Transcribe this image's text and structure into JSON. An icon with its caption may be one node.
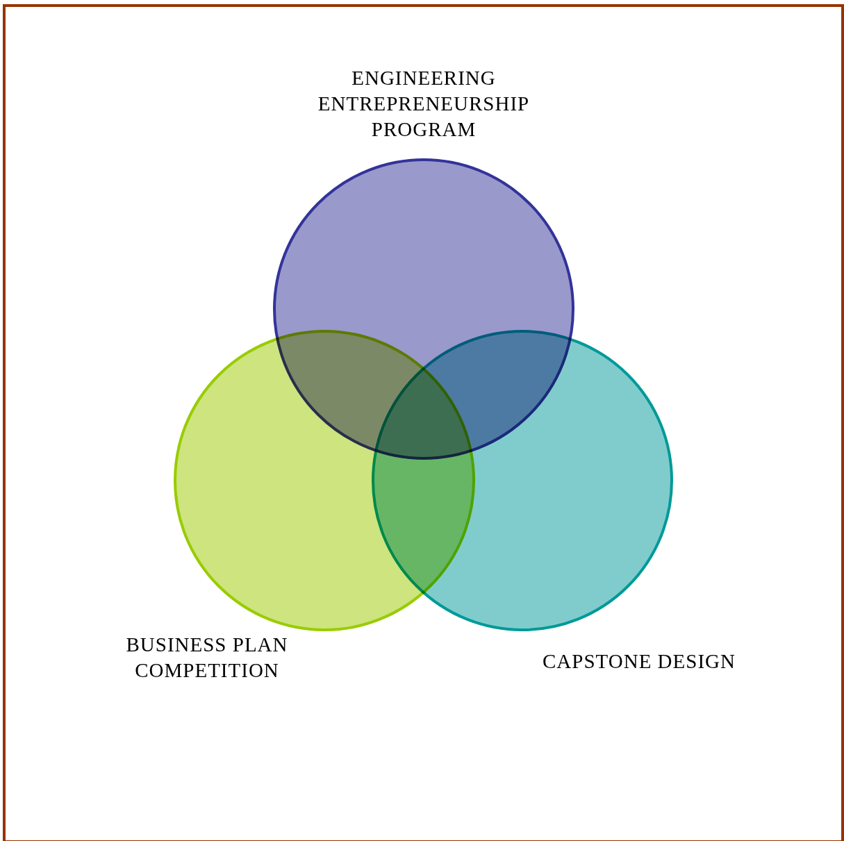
{
  "diagram": {
    "nodes": [
      {
        "text": [
          "ENGINEERING ENTREPRENEURSHIP PROGRAM"
        ]
      },
      {
        "text": [
          "BUSINESS PLAN COMPETITION"
        ]
      },
      {
        "text": [
          "CAPSTONE DESIGN"
        ]
      }
    ]
  }
}
